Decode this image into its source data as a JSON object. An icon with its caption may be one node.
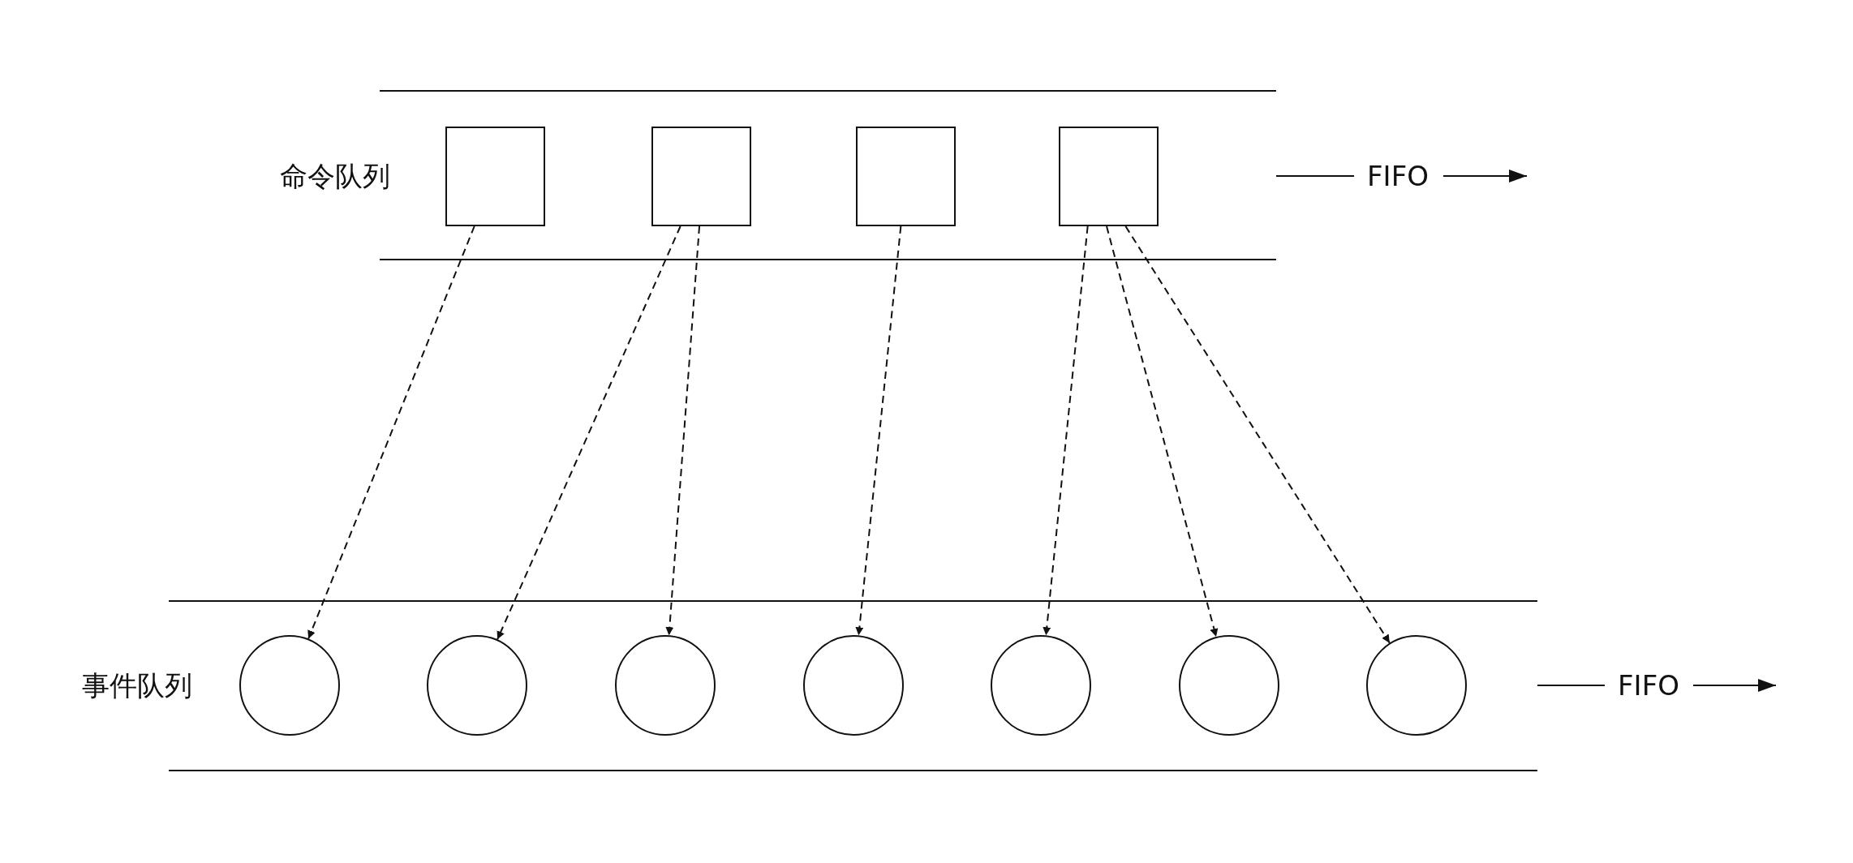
{
  "diagram": {
    "nodes": [
      {
        "text": [],
        "shape": "box"
      },
      {
        "text": [],
        "shape": "box"
      },
      {
        "text": [],
        "shape": "box"
      },
      {
        "text": [],
        "shape": "box"
      },
      {
        "text": [],
        "shape": "circle"
      },
      {
        "text": [],
        "shape": "circle"
      },
      {
        "text": [],
        "shape": "circle"
      },
      {
        "text": [],
        "shape": "circle"
      },
      {
        "text": [],
        "shape": "circle"
      },
      {
        "text": [],
        "shape": "circle"
      },
      {
        "text": [],
        "shape": "circle"
      }
    ],
    "edges": [
      {
        "from": 0,
        "to": 4,
        "arrow": "to",
        "style": "dashed"
      },
      {
        "from": 1,
        "to": 5,
        "arrow": "to",
        "style": "dashed"
      },
      {
        "from": 1,
        "to": 6,
        "arrow": "to",
        "style": "dashed"
      },
      {
        "from": 2,
        "to": 7,
        "arrow": "to",
        "style": "dashed"
      },
      {
        "from": 3,
        "to": 8,
        "arrow": "to",
        "style": "dashed"
      },
      {
        "from": 3,
        "to": 9,
        "arrow": "to",
        "style": "dashed"
      },
      {
        "from": 3,
        "to": 10,
        "arrow": "to",
        "style": "dashed"
      }
    ],
    "labels": [
      "命令队列",
      "FIFO",
      "事件队列",
      "FIFO"
    ]
  }
}
